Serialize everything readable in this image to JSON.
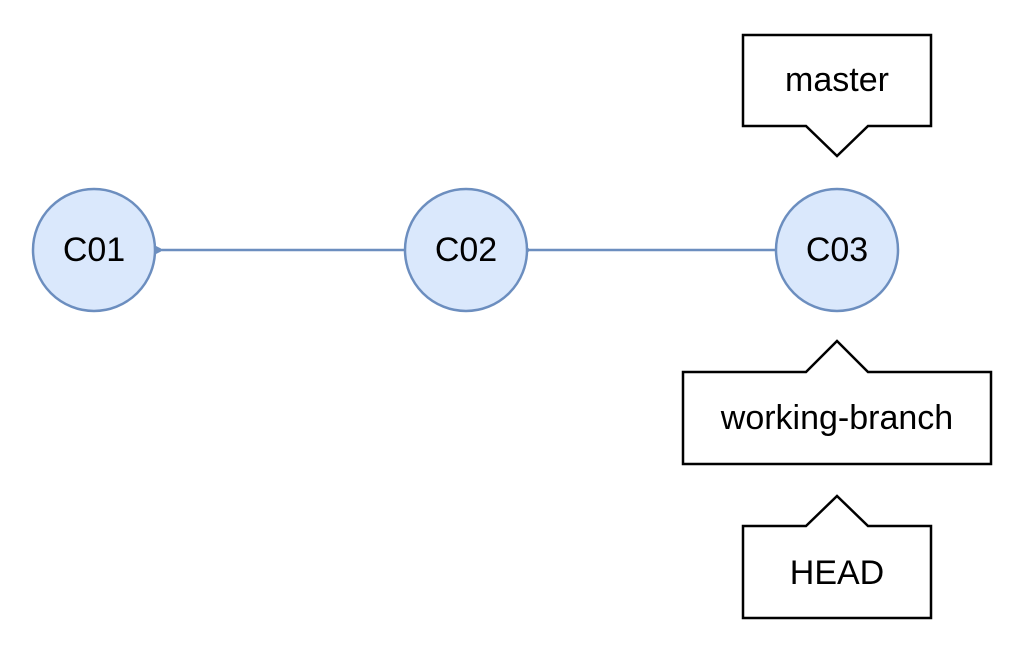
{
  "colors": {
    "commit_fill": "#dae8fc",
    "commit_stroke": "#6c8ebf",
    "edge": "#6c8ebf",
    "callout_fill": "#ffffff",
    "callout_stroke": "#000000",
    "text": "#000000"
  },
  "commits": [
    {
      "id": "C01"
    },
    {
      "id": "C02"
    },
    {
      "id": "C03"
    }
  ],
  "edges": [
    {
      "from": "C02",
      "to": "C01"
    },
    {
      "from": "C03",
      "to": "C02"
    }
  ],
  "refs": [
    {
      "label": "master",
      "points_to": "C03"
    },
    {
      "label": "working-branch",
      "points_to": "C03"
    },
    {
      "label": "HEAD",
      "points_to": "working-branch"
    }
  ]
}
